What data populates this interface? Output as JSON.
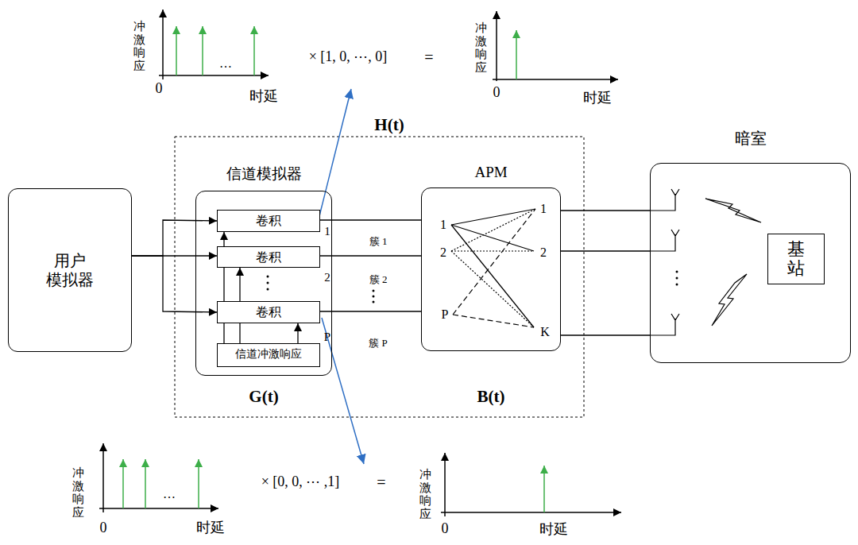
{
  "diagram": {
    "nodes": [
      {
        "text": [
          "用户 模拟器"
        ]
      },
      {
        "text": [
          "信道模拟器",
          "G(t)"
        ]
      },
      {
        "text": [
          "卷积"
        ],
        "in": 1
      },
      {
        "text": [
          "卷积"
        ],
        "in": 1
      },
      {
        "text": [
          "卷积"
        ],
        "in": 1
      },
      {
        "text": [
          "信道冲激响应"
        ],
        "in": 1
      },
      {
        "text": [
          "APM",
          "B(t)"
        ]
      },
      {
        "text": [
          "暗室"
        ]
      },
      {
        "text": [
          "基站"
        ],
        "in": 7
      }
    ],
    "edges": [
      {
        "from": 0,
        "to": 2,
        "arrow": "to"
      },
      {
        "from": 0,
        "to": 3,
        "arrow": "to"
      },
      {
        "from": 0,
        "to": 4,
        "arrow": "to"
      },
      {
        "from": 5,
        "to": 2,
        "arrow": "to"
      },
      {
        "from": 5,
        "to": 3,
        "arrow": "to"
      },
      {
        "from": 5,
        "to": 4,
        "arrow": "to"
      },
      {
        "from": 2,
        "to": 6,
        "arrow": "none"
      },
      {
        "from": 3,
        "to": 6,
        "arrow": "none"
      },
      {
        "from": 4,
        "to": 6,
        "arrow": "none"
      },
      {
        "from": 6,
        "to": 7,
        "arrow": "none"
      },
      {
        "from": 6,
        "to": 7,
        "arrow": "none"
      },
      {
        "from": 6,
        "to": 7,
        "arrow": "none"
      }
    ],
    "labels": [
      "H(t)",
      "冲激响应",
      "0",
      "时延",
      "…",
      "× [1, 0, ⋯, 0]",
      "=",
      "冲激响应",
      "0",
      "时延",
      "1",
      "簇 1",
      "2",
      "簇 2",
      "P",
      "簇 P",
      "1",
      "2",
      "P",
      "1",
      "2",
      "K",
      "冲激响应",
      "0",
      "时延",
      "…",
      "× [0, 0, ⋯ ,1]",
      "=",
      "冲激响应",
      "0",
      "时延"
    ]
  }
}
